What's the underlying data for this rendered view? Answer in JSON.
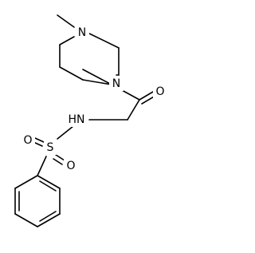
{
  "molecule": {
    "atoms": {
      "n_methyl": "N",
      "n_amide": "N",
      "o_carbonyl": "O",
      "nh": "HN",
      "s": "S",
      "o_sulfonyl_1": "O",
      "o_sulfonyl_2": "O"
    },
    "colors": {
      "bond": "#000000",
      "label": "#000000",
      "background": "#ffffff"
    }
  }
}
